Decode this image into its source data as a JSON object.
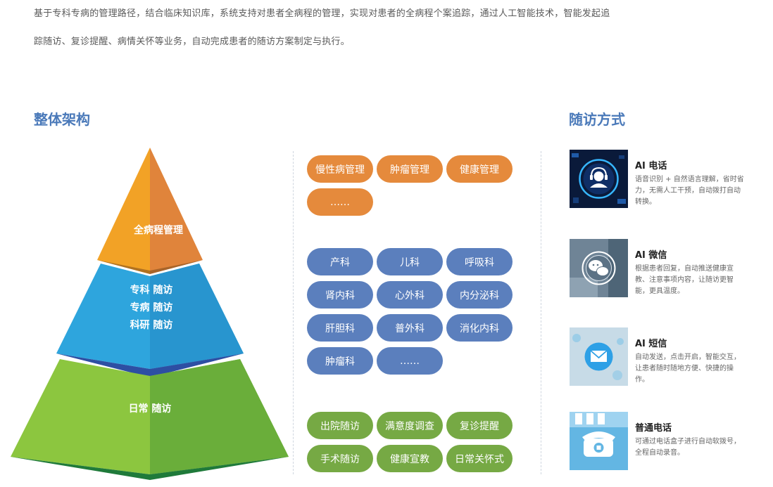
{
  "intro": {
    "line1": "基于专科专病的管理路径，结合临床知识库，系统支持对患者全病程的管理，实现对患者的全病程个案追踪，通过人工智能技术，智能发起追",
    "line2": "踪随访、复诊提醒、病情关怀等业务，自动完成患者的随访方案制定与执行。"
  },
  "architecture": {
    "title": "整体架构",
    "pyramid": {
      "top": "全病程管理",
      "middle": [
        "专科 随访",
        "专病 随访",
        "科研 随访"
      ],
      "bottom": "日常 随访"
    },
    "orange_pills": [
      "慢性病管理",
      "肿瘤管理",
      "健康管理",
      "……"
    ],
    "blue_pills": [
      "产科",
      "儿科",
      "呼吸科",
      "肾内科",
      "心外科",
      "内分泌科",
      "肝胆科",
      "普外科",
      "消化内科",
      "肿瘤科",
      "……"
    ],
    "green_pills": [
      "出院随访",
      "满意度调查",
      "复诊提醒",
      "手术随访",
      "健康宣教",
      "日常关怀式"
    ]
  },
  "follow_up": {
    "title": "随访方式",
    "methods": [
      {
        "title": "AI 电话",
        "desc": "语音识别 + 自然语言理解，省时省力，无需人工干预，自动拨打自动转换。",
        "icon": "headset-icon"
      },
      {
        "title": "AI 微信",
        "desc": "根据患者回复，自动推送健康宣教、注意事项内容，让随访更智能，更具温度。",
        "icon": "wechat-icon"
      },
      {
        "title": "AI 短信",
        "desc": "自动发送，点击开启，智能交互，让患者随时随地方便、快捷的操作。",
        "icon": "envelope-icon"
      },
      {
        "title": "普通电话",
        "desc": "可通过电话盒子进行自动软拨号，全程自动录音。",
        "icon": "telephone-icon"
      }
    ]
  },
  "colors": {
    "title_blue": "#4a79b9",
    "orange": "#e58a3c",
    "blue": "#5b7fbd",
    "green": "#76a944"
  }
}
